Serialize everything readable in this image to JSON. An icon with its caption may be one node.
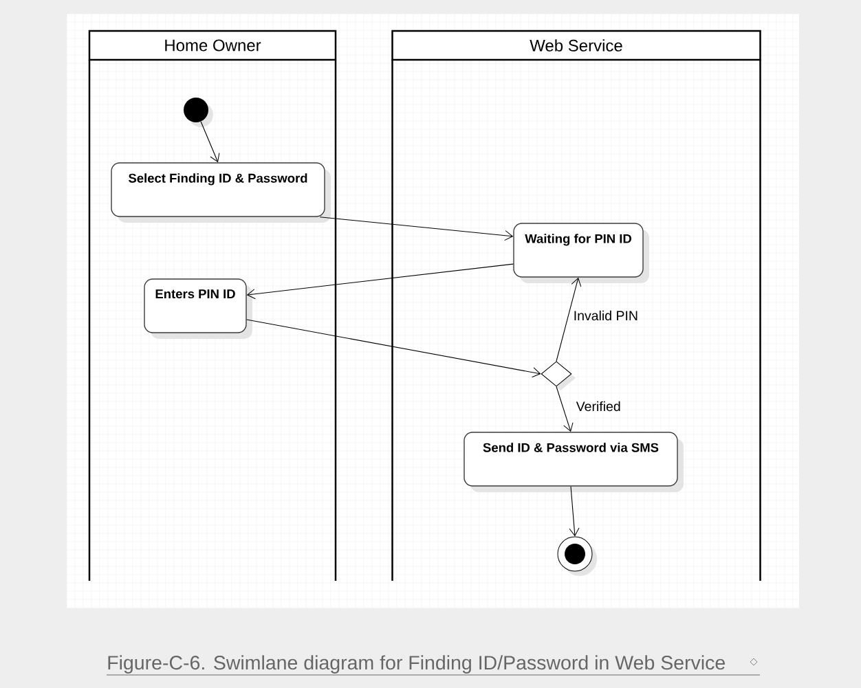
{
  "diagram": {
    "caption": "Figure-C-6. Swimlane diagram for Finding ID/Password in Web Service",
    "nodes": [
      {
        "text": [
          "Home Owner"
        ]
      },
      {
        "text": [
          "Web Service"
        ]
      },
      {
        "text": [],
        "shape": "circle",
        "in": 0
      },
      {
        "text": [
          "Select Finding ID & Password"
        ],
        "in": 0
      },
      {
        "text": [
          "Enters PIN ID"
        ],
        "in": 0
      },
      {
        "text": [
          "Waiting for PIN ID"
        ],
        "in": 1
      },
      {
        "text": [],
        "shape": "diamond",
        "in": 1
      },
      {
        "text": [
          "Send ID & Password via SMS"
        ],
        "in": 1
      },
      {
        "text": [],
        "shape": "circle",
        "in": 1
      }
    ],
    "edges": [
      {
        "from": 2,
        "to": 3,
        "arrow": "to"
      },
      {
        "from": 3,
        "to": 5,
        "arrow": "to"
      },
      {
        "from": 5,
        "to": 4,
        "arrow": "to"
      },
      {
        "from": 4,
        "to": 6,
        "arrow": "to"
      },
      {
        "from": 6,
        "to": 5,
        "arrow": "to",
        "label": "Invalid PIN"
      },
      {
        "from": 6,
        "to": 7,
        "arrow": "to",
        "label": "Verified"
      },
      {
        "from": 7,
        "to": 8,
        "arrow": "to"
      }
    ]
  }
}
